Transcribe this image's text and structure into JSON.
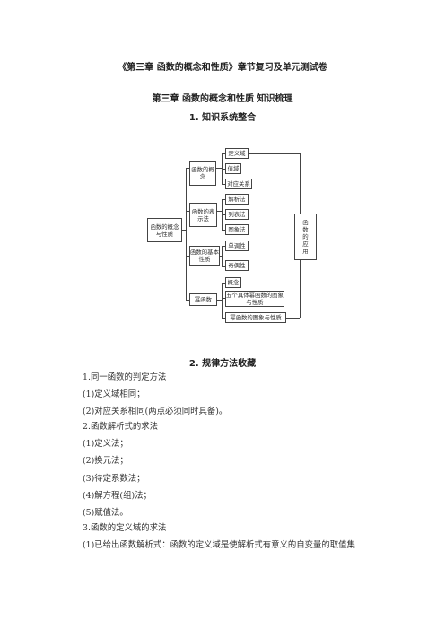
{
  "title": "《第三章 函数的概念和性质》章节复习及单元测试卷",
  "subtitle": "第三章 函数的概念和性质 知识梳理",
  "section1": "1. 知识系统整合",
  "section2": "2. 规律方法收藏",
  "diagram": {
    "root": "函数的概念与性质",
    "right": "函数的应用",
    "concept": "函数的概念",
    "concept_items": [
      "定义域",
      "值域",
      "对应关系"
    ],
    "repr": "函数的表示法",
    "repr_items": [
      "解析法",
      "列表法",
      "图象法"
    ],
    "props": "函数的基本性质",
    "props_items": [
      "单调性",
      "奇偶性"
    ],
    "power": "幂函数",
    "power_items": [
      "概念",
      "五个具体幂函数的图象与性质",
      "幂函数的图象与性质"
    ]
  },
  "lines": [
    "1.同一函数的判定方法",
    "(1)定义域相同；",
    "(2)对应关系相同(两点必须同时具备)。",
    "2.函数解析式的求法",
    "(1)定义法；",
    "(2)换元法；",
    "(3)待定系数法；",
    "(4)解方程(组)法；",
    "(5)赋值法。",
    "3.函数的定义域的求法",
    "(1)已给出函数解析式：函数的定义域是使解析式有意义的自变量的取值集"
  ]
}
